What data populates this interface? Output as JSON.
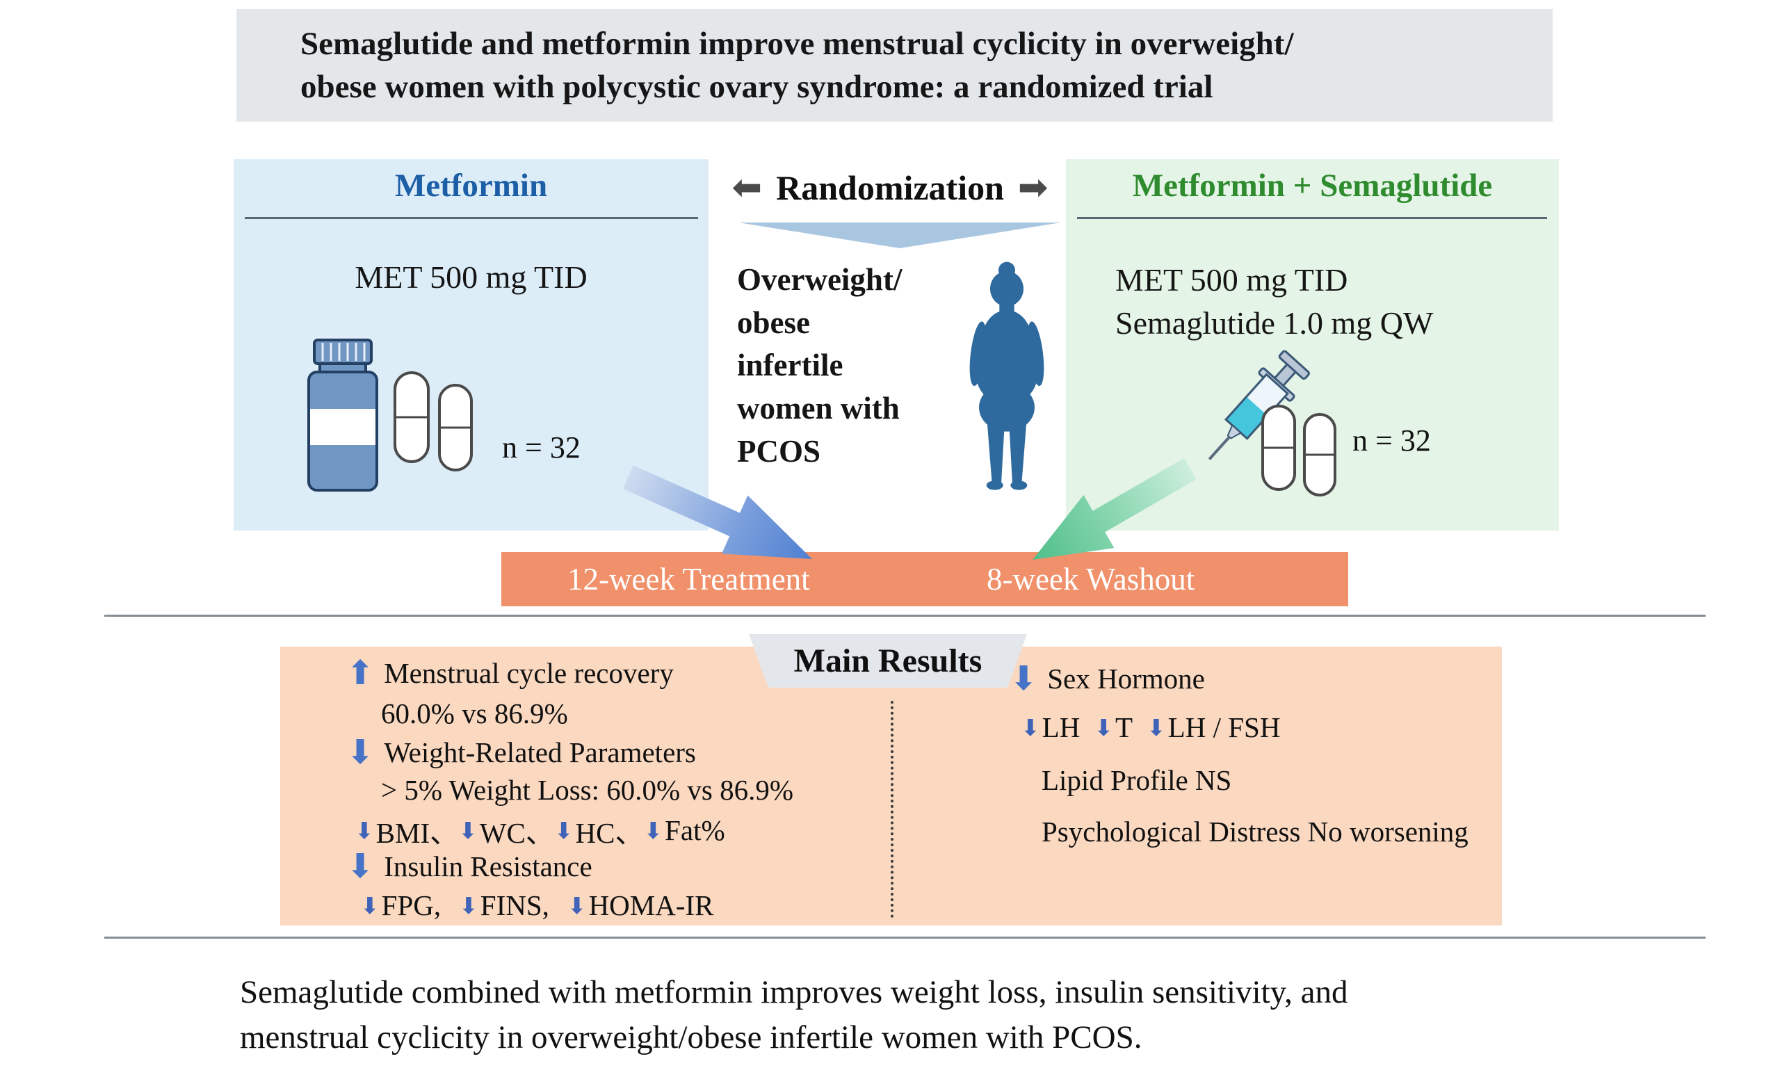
{
  "colors": {
    "title_banner_bg": "#e4e7ea",
    "metformin_panel_bg": "#dcedf8",
    "combo_panel_bg": "#e4f4e6",
    "metformin_heading": "#1d5fa7",
    "combo_heading": "#2e8b2e",
    "timeline_banner_bg": "#f0916b",
    "results_box_bg": "#fbd8c0",
    "main_results_bg": "#e3e6ea",
    "accent_arrow_blue": "#4673c8",
    "big_arrow_blue": "#4f7fd2",
    "big_arrow_green": "#4fbe8a",
    "silhouette_blue": "#2f6a9e"
  },
  "icons": {
    "up_arrow": "⬆",
    "down_arrow": "⬇",
    "left_block_arrow": "⬅",
    "right_block_arrow": "➡"
  },
  "title": "Semaglutide and metformin improve menstrual cyclicity in overweight/\nobese women with polycystic ovary syndrome: a randomized trial",
  "randomization": {
    "label": "Randomization",
    "population": "Overweight/\nobese\ninfertile\nwomen with\nPCOS"
  },
  "left_arm": {
    "name": "Metformin",
    "regimen": "MET 500 mg TID",
    "n": "n = 32"
  },
  "right_arm": {
    "name": "Metformin + Semaglutide",
    "regimen": "MET 500 mg TID\nSemaglutide 1.0 mg QW",
    "n": "n = 32"
  },
  "timeline": {
    "treatment": "12-week Treatment",
    "washout": "8-week Washout"
  },
  "results": {
    "heading": "Main Results",
    "menstrual_title": "Menstrual cycle recovery",
    "menstrual_detail": "60.0%  vs 86.9%",
    "weight_title": "Weight-Related Parameters",
    "weight_detail": "> 5% Weight Loss: 60.0%  vs 86.9%",
    "weight_sub": {
      "bmi": "BMI、",
      "wc": "WC、",
      "hc": "HC、",
      "fat": "Fat%"
    },
    "insulin_title": "Insulin Resistance",
    "insulin_sub": {
      "fpg": "FPG,",
      "fins": "FINS,",
      "homa": "HOMA-IR"
    },
    "sex_hormone_title": "Sex Hormone",
    "hormone_sub": {
      "lh": "LH",
      "t": "T",
      "lh_fsh": "LH / FSH"
    },
    "lipid": "Lipid Profile NS",
    "psych": "Psychological Distress No worsening"
  },
  "conclusion": "Semaglutide combined with metformin improves weight loss, insulin sensitivity, and\nmenstrual cyclicity in overweight/obese infertile women with PCOS."
}
